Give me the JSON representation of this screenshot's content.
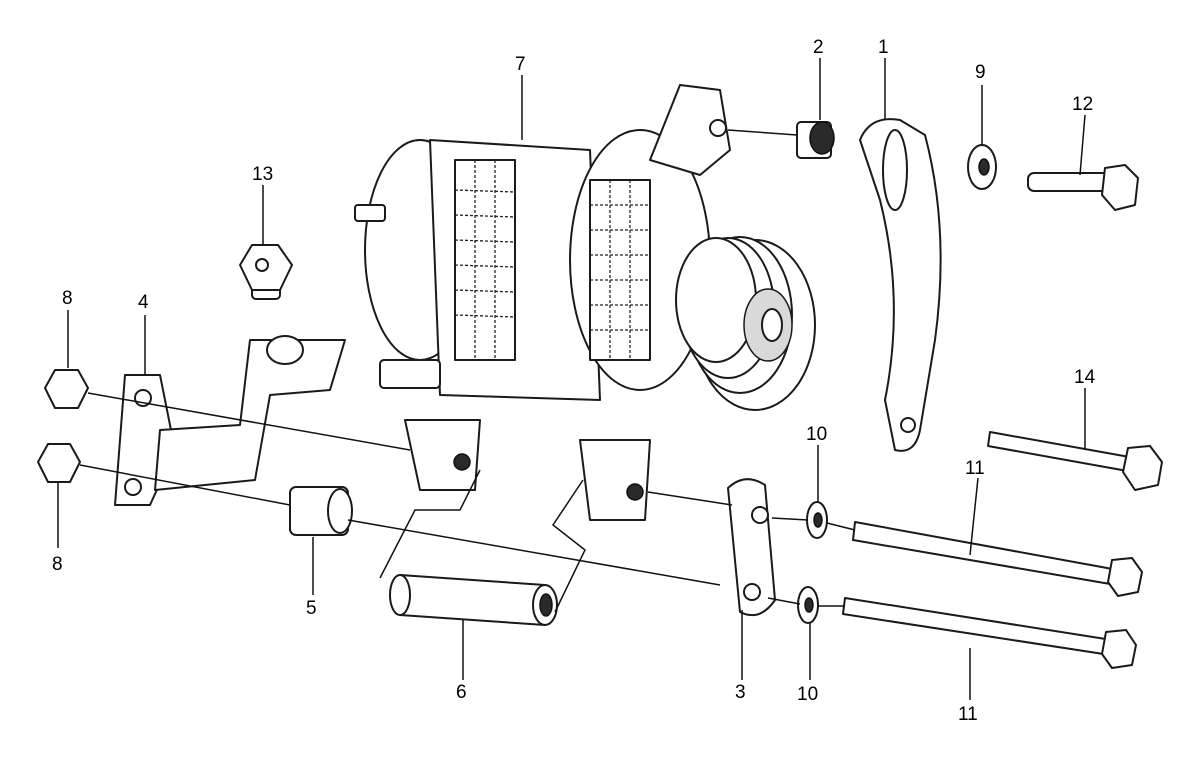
{
  "callouts": [
    {
      "id": "c1",
      "label": "1"
    },
    {
      "id": "c2",
      "label": "2"
    },
    {
      "id": "c3",
      "label": "3"
    },
    {
      "id": "c4",
      "label": "4"
    },
    {
      "id": "c5",
      "label": "5"
    },
    {
      "id": "c6",
      "label": "6"
    },
    {
      "id": "c7",
      "label": "7"
    },
    {
      "id": "c8a",
      "label": "8"
    },
    {
      "id": "c8b",
      "label": "8"
    },
    {
      "id": "c9",
      "label": "9"
    },
    {
      "id": "c10a",
      "label": "10"
    },
    {
      "id": "c10b",
      "label": "10"
    },
    {
      "id": "c11a",
      "label": "11"
    },
    {
      "id": "c11b",
      "label": "11"
    },
    {
      "id": "c12",
      "label": "12"
    },
    {
      "id": "c13",
      "label": "13"
    },
    {
      "id": "c14",
      "label": "14"
    }
  ]
}
